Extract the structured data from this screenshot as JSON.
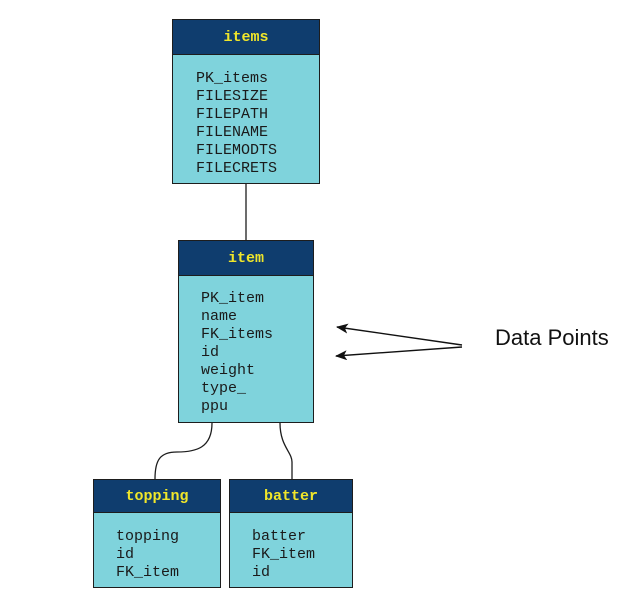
{
  "diagram": {
    "entities": [
      {
        "id": "items",
        "title": "items",
        "fields": [
          "PK_items",
          "FILESIZE",
          "FILEPATH",
          "FILENAME",
          "FILEMODTS",
          "FILECRETS"
        ]
      },
      {
        "id": "item",
        "title": "item",
        "fields": [
          "PK_item",
          "name",
          "FK_items",
          "id",
          "weight",
          "type_",
          "ppu"
        ]
      },
      {
        "id": "topping",
        "title": "topping",
        "fields": [
          "topping",
          "id",
          "FK_item"
        ]
      },
      {
        "id": "batter",
        "title": "batter",
        "fields": [
          "batter",
          "FK_item",
          "id"
        ]
      }
    ],
    "relationships": [
      {
        "from": "items",
        "to": "item"
      },
      {
        "from": "item",
        "to": "topping"
      },
      {
        "from": "item",
        "to": "batter"
      }
    ],
    "annotation": {
      "label": "Data Points",
      "points_to": [
        "FK_items",
        "id"
      ]
    }
  },
  "colors": {
    "header_bg": "#0f3d6e",
    "header_text": "#f0e62a",
    "body_bg": "#7fd3dc",
    "border": "#1d1d1d",
    "text": "#1a1a1a",
    "line": "#1d1d1d"
  }
}
